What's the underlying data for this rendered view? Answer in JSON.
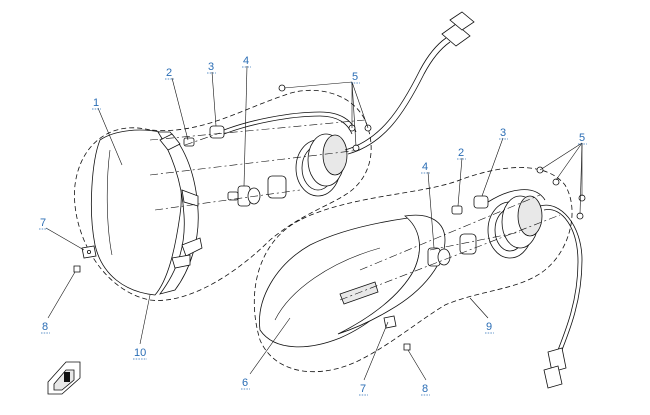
{
  "colors": {
    "callout": "#2a6db5",
    "line": "#111111"
  },
  "icons": {
    "direction_marker": "front-direction-arrow-icon"
  },
  "callouts": {
    "c1": "1",
    "c2a": "2",
    "c3a": "3",
    "c4a": "4",
    "c5a": "5",
    "c2b": "2",
    "c3b": "3",
    "c4b": "4",
    "c5b": "5",
    "c6": "6",
    "c7a": "7",
    "c7b": "7",
    "c8a": "8",
    "c8b": "8",
    "c9": "9",
    "c10": "10"
  }
}
